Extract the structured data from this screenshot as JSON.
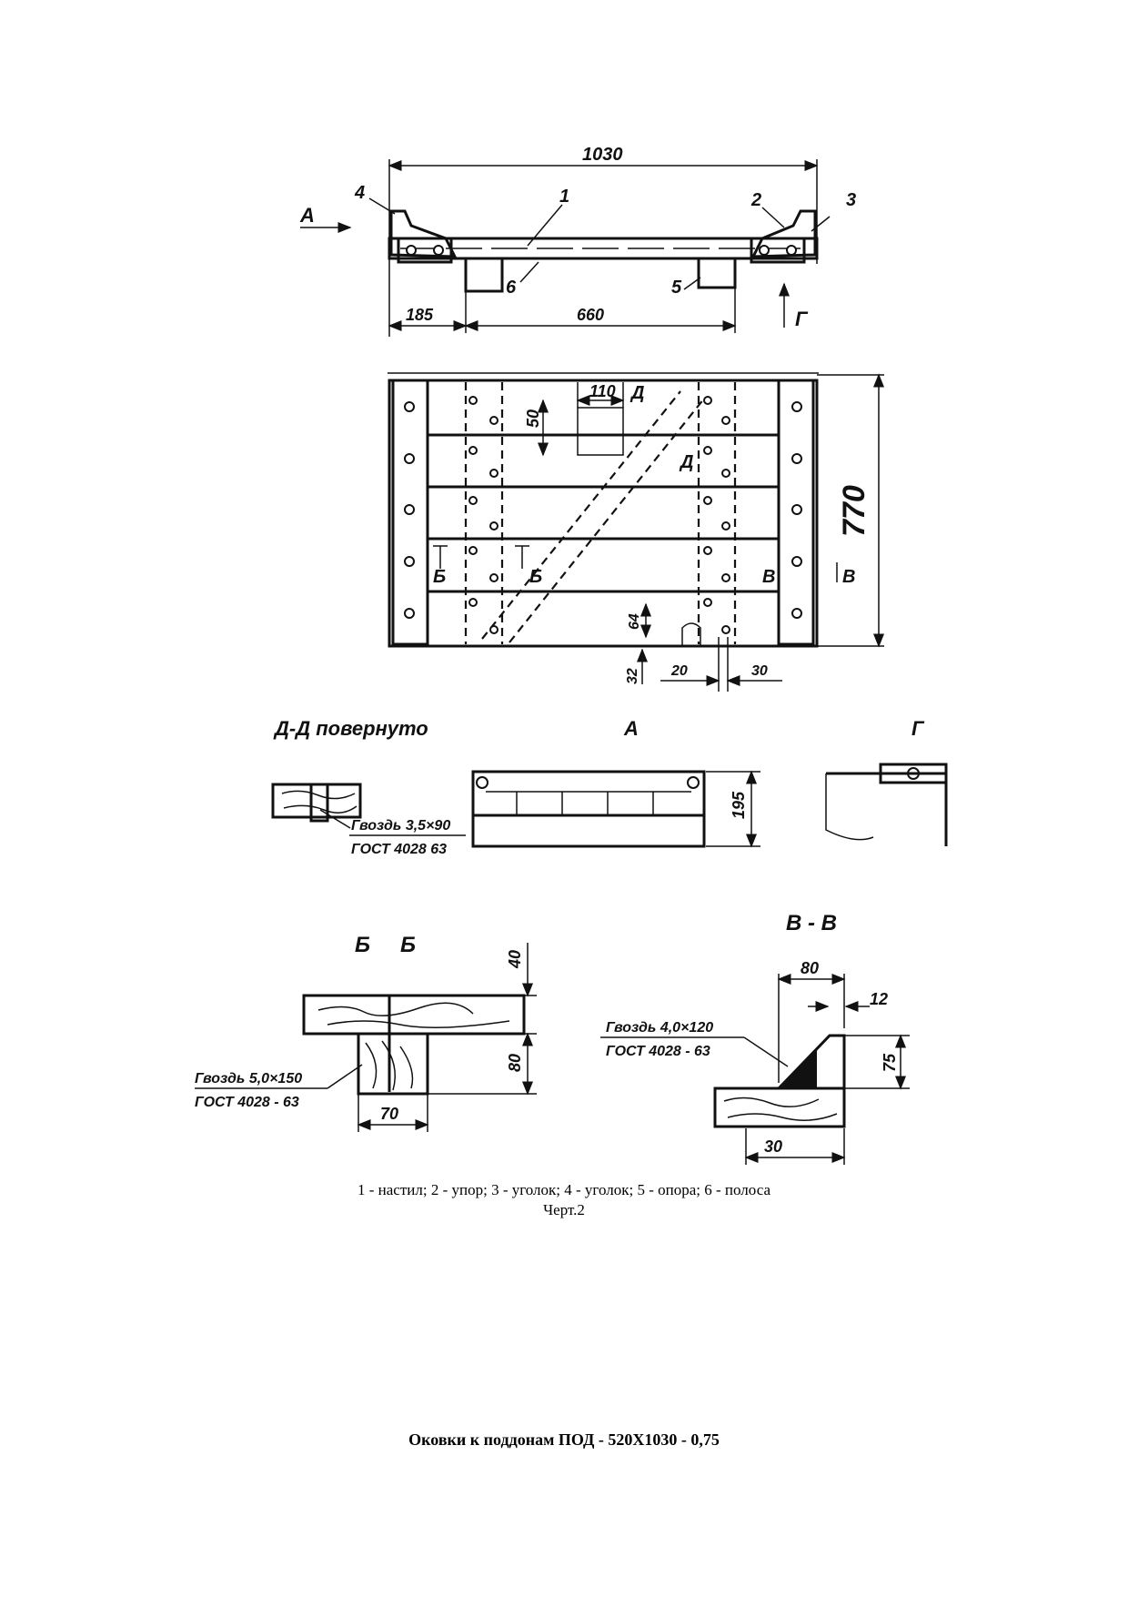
{
  "drawing": {
    "top_view": {
      "dim_overall": "1030",
      "dim_left": "185",
      "dim_middle": "660",
      "view_a_mark": "А",
      "view_g_mark": "Г",
      "callouts": [
        "1",
        "2",
        "3",
        "4",
        "5",
        "6"
      ]
    },
    "plan_view": {
      "dim_height": "770",
      "dim_110": "110",
      "dim_50": "50",
      "dim_64": "64",
      "dim_32": "32",
      "dim_20": "20",
      "dim_30": "30",
      "mark_d": "Д",
      "mark_b": "Б",
      "mark_v": "В"
    },
    "section_dd": {
      "title": "Д-Д повернуто",
      "nail_1": "Гвоздь 3,5×90",
      "std_1": "ГОСТ 4028 63"
    },
    "view_a": {
      "title": "А",
      "dim_height": "195"
    },
    "view_g": {
      "title": "Г"
    },
    "section_bb": {
      "title_left": "Б",
      "title_right": "Б",
      "dim_40": "40",
      "dim_80": "80",
      "dim_70": "70",
      "nail": "Гвоздь 5,0×150",
      "std": "ГОСТ 4028 - 63"
    },
    "section_vv": {
      "title": "В - В",
      "dim_80": "80",
      "dim_12": "12",
      "dim_75": "75",
      "dim_30": "30",
      "nail": "Гвоздь 4,0×120",
      "std": "ГОСТ 4028 - 63"
    }
  },
  "legend": "1 - настил; 2 - упор; 3 - уголок; 4 - уголок; 5 - опора; 6 - полоса",
  "figure_label": "Черт.2",
  "page_title": "Оковки к поддонам ПОД - 520Х1030 - 0,75"
}
